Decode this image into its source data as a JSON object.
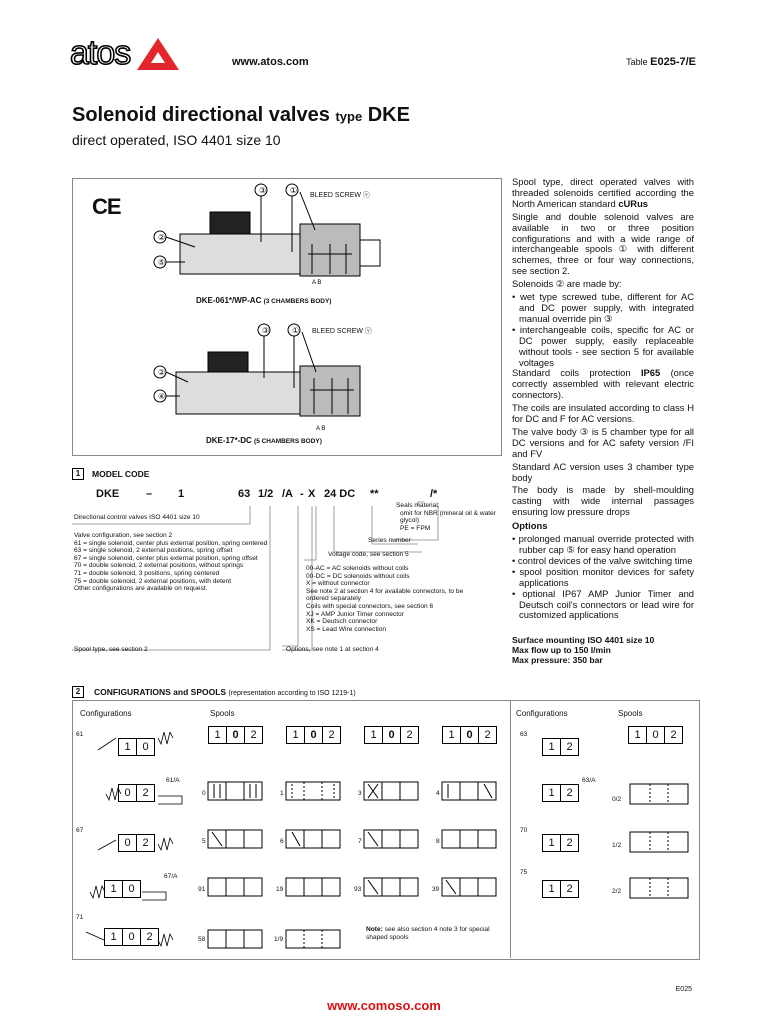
{
  "header": {
    "logo_text": "atos",
    "website": "www.atos.com",
    "table_label": "Table",
    "table_code": "E025-7/E"
  },
  "title": {
    "main": "Solenoid directional valves",
    "type_word": "type",
    "type_code": "DKE"
  },
  "subtitle": "direct operated, ISO 4401 size 10",
  "drawings": {
    "ce_mark": "CE",
    "top": {
      "caption": "DKE-061*/WP-AC",
      "caption_note": "(3 CHAMBERS BODY)",
      "bleed": "BLEED SCREW ⓥ"
    },
    "bottom": {
      "caption": "DKE-17*-DC",
      "caption_note": "(5 CHAMBERS BODY)",
      "bleed": "BLEED SCREW ⓥ"
    },
    "callouts": [
      "③",
      "①",
      "②",
      "⑤",
      "④"
    ]
  },
  "description": {
    "p1": "Spool type, direct operated valves with threaded solenoids certified according the North American standard",
    "p1_bold": "cURus",
    "p2": "Single and double solenoid valves are available in two or three position configurations and with a wide range of interchangeable spools ① with different schemes, three or four way connections, see section 2.",
    "p3": "Solenoids ② are made by:",
    "bullets1": [
      "wet type screwed tube, different for AC and DC power supply, with integrated manual override pin ③",
      "interchangeable coils, specific for AC or DC power supply, easily replaceable without tools - see section 5 for available voltages"
    ],
    "p4a": "Standard coils protection",
    "p4b": "IP65",
    "p4c": "(once correctly assembled with relevant electric connectors).",
    "p5": "The coils are insulated according to class H for DC and F for AC versions.",
    "p6": "The valve body ③ is 5 chamber type for all DC versions and for AC safety version /FI and FV",
    "p7": "Standard AC version uses 3 chamber type body",
    "p8": "The body is made by shell-moulding casting with wide internal passages ensuring low pressure drops",
    "options_title": "Options",
    "options": [
      "prolonged manual override protected with rubber cap ⑤ for easy hand operation",
      "control devices of the valve switching time",
      "spool position monitor devices for safety applications",
      "optional IP67 AMP Junior Timer and Deutsch coil's connectors or lead wire for customized applications"
    ],
    "spec1": "Surface mounting ISO 4401 size 10",
    "spec2": "Max flow up to 150 l/min",
    "spec3": "Max pressure: 350 bar"
  },
  "model_code": {
    "section_num": "1",
    "section_title": "MODEL CODE",
    "code": [
      "DKE",
      "–",
      "1",
      "63",
      "1/2",
      "/A",
      "-",
      "X",
      "24 DC",
      "**",
      "/*"
    ],
    "desc_series": "Directional control valves ISO 4401 size 10",
    "valve_conf_title": "Valve configuration, see section 2",
    "valve_confs": [
      "61 = single solenoid, center plus external position, spring centered",
      "63 = single solenoid, 2 external positions, spring offset",
      "67 = single solenoid, center plus external position, spring offset",
      "70 = double solenoid, 2 external positions, without springs",
      "71 = double solenoid, 3 positions, spring centered",
      "75 = double solenoid, 2 external positions, with detent",
      "Other configurations are available on request."
    ],
    "spool_type": "Spool type, see section 2",
    "seals_title": "Seals material:",
    "seals_omit": "omit for NBR (mineral oil & water glycol)",
    "seals_pe": "PE = FPM",
    "series_number": "Series number",
    "voltage": "Voltage code, see section 5",
    "connectors": [
      "00-AC = AC solenoids without coils",
      "00-DC = DC solenoids without coils",
      "X = without connector",
      "See note 2 at section 4 for available connectors, to be ordered separately",
      "Coils with special connectors, see section 6",
      "XJ = AMP Junior Timer connector",
      "XK = Deutsch connector",
      "XS = Lead Wire connection"
    ],
    "options_ref": "Options, see note 1 at section 4"
  },
  "configurations": {
    "section_num": "2",
    "section_title": "CONFIGURATIONS and SPOOLS",
    "section_note": "(representation according to ISO 1219-1)",
    "col_configurations": "Configurations",
    "col_spools": "Spools",
    "left_configs": [
      {
        "label": "61",
        "cells": [
          "1",
          "0"
        ]
      },
      {
        "label": "61/A",
        "cells": [
          "0",
          "2"
        ]
      },
      {
        "label": "67",
        "cells": [
          "0",
          "2"
        ]
      },
      {
        "label": "67/A",
        "cells": [
          "1",
          "0"
        ]
      },
      {
        "label": "71",
        "cells": [
          "1",
          "0",
          "2"
        ]
      }
    ],
    "spool_header": [
      "1",
      "0",
      "2"
    ],
    "spool_labels": [
      "0",
      "1",
      "3",
      "4",
      "5",
      "6",
      "7",
      "8",
      "91",
      "19",
      "93",
      "39",
      "58",
      "1/9"
    ],
    "right_configs": [
      {
        "label": "63",
        "cells": [
          "1",
          "2"
        ]
      },
      {
        "label": "63/A",
        "cells": [
          "1",
          "2"
        ]
      },
      {
        "label": "70",
        "cells": [
          "1",
          "2"
        ]
      },
      {
        "label": "75",
        "cells": [
          "1",
          "2"
        ]
      }
    ],
    "right_spool_labels": [
      "0/2",
      "1/2",
      "2/2"
    ],
    "note_bold": "Note:",
    "note_text": "see also section 4 note 3 for special shaped spools"
  },
  "footer": {
    "page_code": "E025",
    "website": "www.comoso.com"
  },
  "colors": {
    "logo_red": "#e3262d",
    "footer_url": "#dd1111"
  }
}
